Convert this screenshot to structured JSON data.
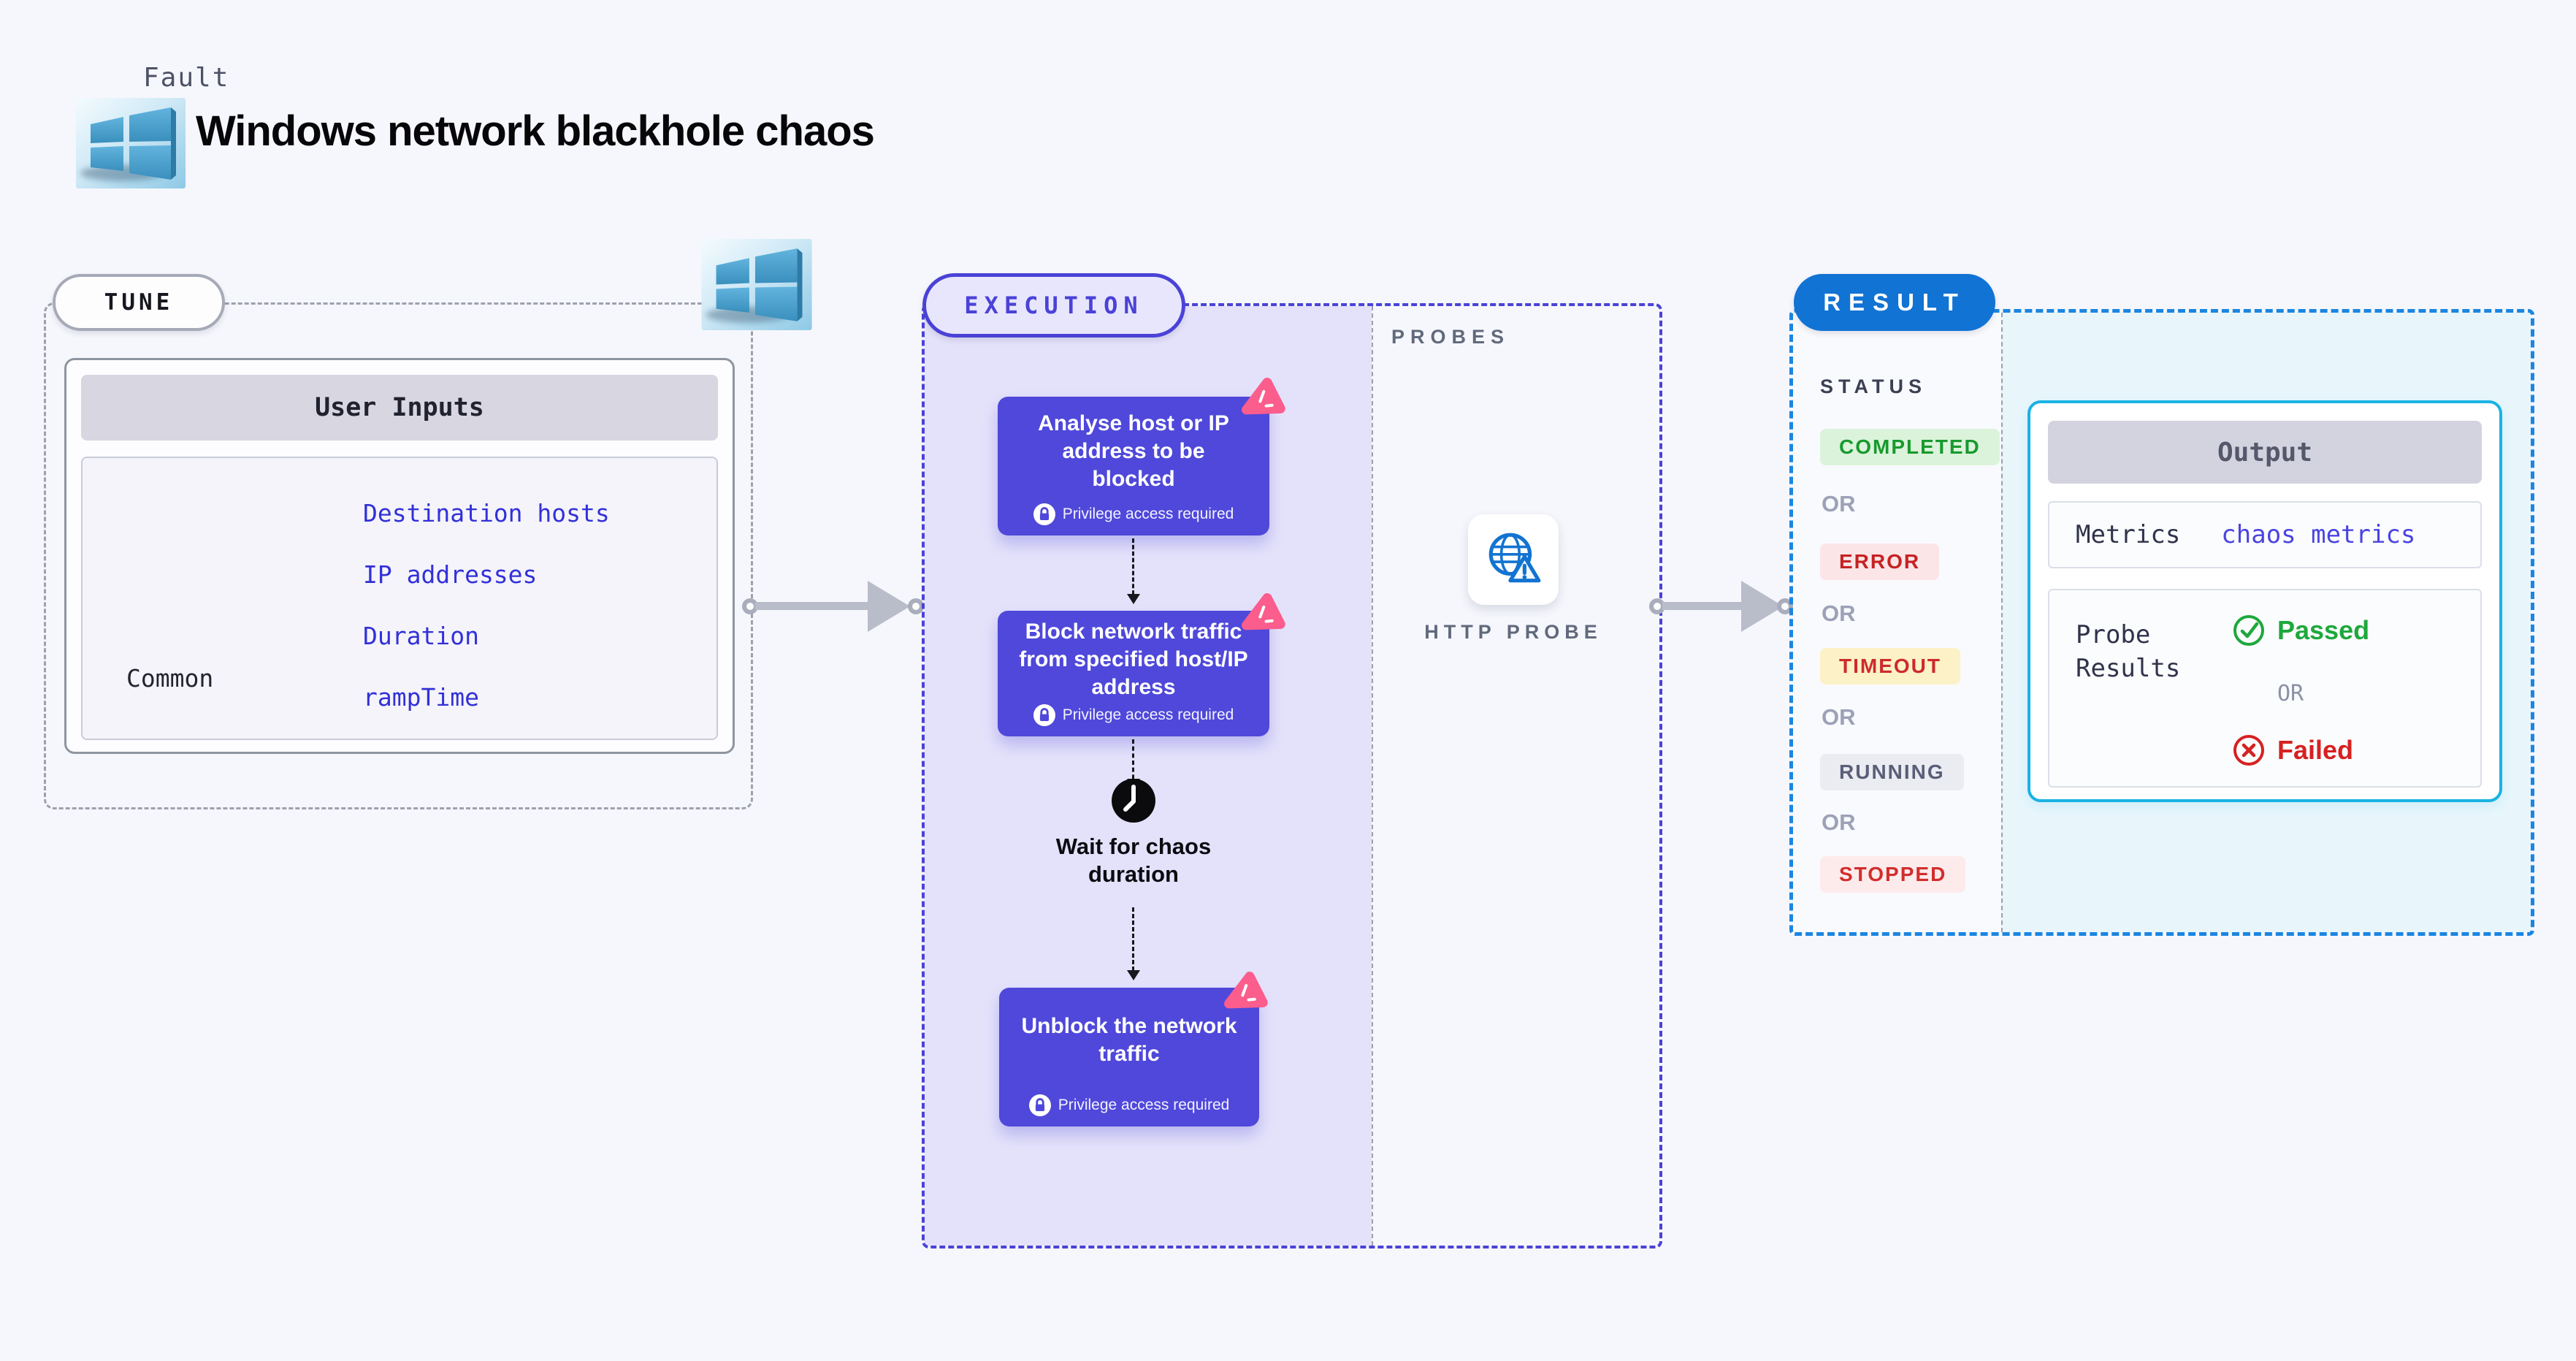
{
  "header": {
    "kicker": "Fault",
    "title": "Windows network blackhole chaos"
  },
  "tune": {
    "label": "TUNE",
    "table": {
      "header": "User Inputs",
      "row_label": "Common",
      "links": [
        "Destination hosts",
        "IP addresses",
        "Duration",
        "rampTime"
      ]
    }
  },
  "execution": {
    "label": "EXECUTION",
    "probes_label": "PROBES",
    "nodes": [
      {
        "title": "Analyse host or IP\naddress to be\nblocked",
        "privilege": "Privilege access required"
      },
      {
        "title": "Block network traffic\nfrom specified host/IP\naddress",
        "privilege": "Privilege access required"
      },
      {
        "title": "Unblock the network\ntraffic",
        "privilege": "Privilege access required"
      }
    ],
    "wait_label": "Wait for chaos\nduration",
    "probe_card_label": "HTTP PROBE"
  },
  "result": {
    "label": "RESULT",
    "status_label": "STATUS",
    "or_label": "OR",
    "statuses": [
      "COMPLETED",
      "ERROR",
      "TIMEOUT",
      "RUNNING",
      "STOPPED"
    ],
    "output": {
      "header": "Output",
      "metrics_label": "Metrics",
      "metrics_value": "chaos metrics",
      "probe_results_label": "Probe Results",
      "passed_label": "Passed",
      "or_label": "OR",
      "failed_label": "Failed"
    }
  },
  "icons": {
    "windows_logo": "win8-flag",
    "litmus_badge": "pink-rounded-triangle",
    "lock": "padlock-in-circle",
    "clock": "black-clock-face",
    "http_probe": "globe-with-warning-triangle",
    "passed": "check-circle-outline",
    "failed": "x-circle-outline"
  },
  "colors": {
    "background": "#f6f7fc",
    "indigo_border": "#4a42d7",
    "node_purple": "#4f48da",
    "lane_lavender": "#e4e2fa",
    "link_blue": "#3230d8",
    "result_blue": "#1173d3",
    "result_border": "#1b86e1",
    "output_cyan": "#1ab2e3",
    "pink_badge": "#fb5d8d",
    "passed_green": "#1ea83c",
    "failed_red": "#d62121",
    "arrow_gray": "#b9bdca"
  }
}
